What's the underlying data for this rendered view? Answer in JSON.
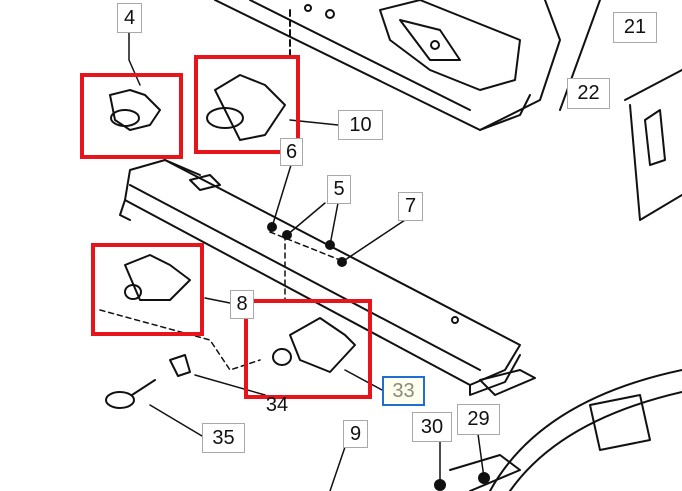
{
  "callouts": {
    "c4": "4",
    "c21": "21",
    "c22": "22",
    "c10": "10",
    "c6": "6",
    "c5": "5",
    "c7": "7",
    "c8": "8",
    "c33": "33",
    "c34": "34",
    "c35": "35",
    "c9": "9",
    "c30": "30",
    "c29": "29"
  },
  "selected_callout": "33",
  "colors": {
    "highlight": "#e8141c",
    "selected_border": "#1f6fd1"
  }
}
